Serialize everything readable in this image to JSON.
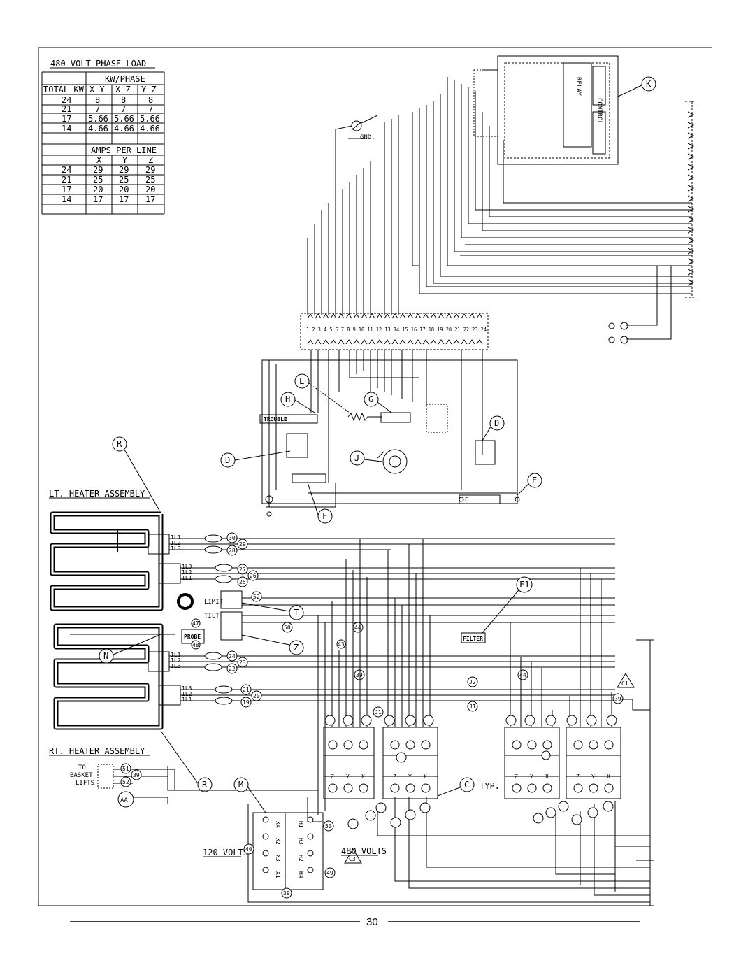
{
  "table": {
    "title": "480 VOLT PHASE LOAD",
    "kw_header": "KW/PHASE",
    "total_kw_header": "TOTAL KW",
    "col_headers": [
      "X-Y",
      "X-Z",
      "Y-Z"
    ],
    "kw_rows": [
      [
        "24",
        "8",
        "8",
        "8"
      ],
      [
        "21",
        "7",
        "7",
        "7"
      ],
      [
        "17",
        "5.66",
        "5.66",
        "5.66"
      ],
      [
        "14",
        "4.66",
        "4.66",
        "4.66"
      ]
    ],
    "amps_header": "AMPS PER LINE",
    "amps_col_headers": [
      "X",
      "Y",
      "Z"
    ],
    "amps_rows": [
      [
        "24",
        "29",
        "29",
        "29"
      ],
      [
        "21",
        "25",
        "25",
        "25"
      ],
      [
        "17",
        "20",
        "20",
        "20"
      ],
      [
        "14",
        "17",
        "17",
        "17"
      ]
    ]
  },
  "diagram": {
    "gnd": "GND.",
    "terminal_numbers": "1 2 3 4 5 6 7 8 9 10 11 12 13 14 15 16 17 18 19 20 21 22 23 24",
    "lt_heater": "LT. HEATER ASSEMBLY",
    "rt_heater": "RT. HEATER ASSEMBLY",
    "to_basket_lifts": [
      "TO",
      "BASKET",
      "LIFTS"
    ],
    "volts_120": "120 VOLTS",
    "volts_480": "480 VOLTS",
    "typ": "TYP.",
    "limit": "LIMIT",
    "tilt": "TILT",
    "probe": "PROBE",
    "trouble": "TROUBLE",
    "filter": "FILTER",
    "control": "CONTROL",
    "relay": "RELAY",
    "callouts": [
      "K",
      "R",
      "L",
      "G",
      "H",
      "D",
      "J",
      "E",
      "F",
      "T",
      "Z",
      "N",
      "F1",
      "C",
      "M",
      "AA",
      "C1",
      "C3"
    ],
    "transformer_terms": [
      "X4",
      "X2",
      "X3",
      "X1",
      "H1",
      "H3",
      "H2",
      "H4"
    ],
    "contactor_terms": [
      "Z",
      "Y",
      "X"
    ],
    "heater_terms_a": [
      "1L1",
      "1L2",
      "1L3"
    ],
    "heater_terms_b": [
      "1L3",
      "1L2",
      "1L1"
    ],
    "wire_numbers_lt": [
      "30",
      "29",
      "28",
      "27",
      "26",
      "25",
      "52"
    ],
    "wire_numbers_rt": [
      "24",
      "23",
      "22",
      "21",
      "20",
      "19"
    ],
    "wire_numbers_misc": [
      "47",
      "48",
      "50",
      "43",
      "44",
      "39",
      "J2",
      "J1",
      "51",
      "40",
      "49"
    ]
  },
  "page_number": "30"
}
